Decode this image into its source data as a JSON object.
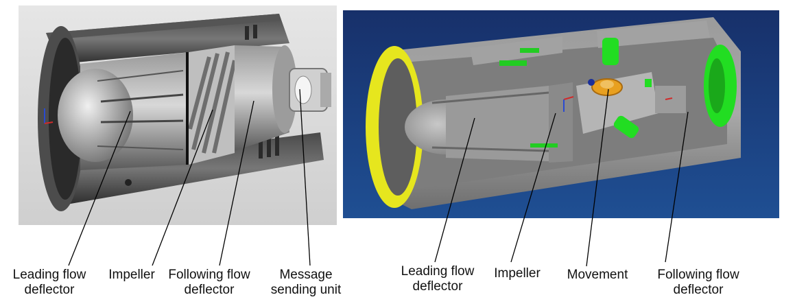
{
  "left_view": {
    "labels": {
      "leading": "Leading flow\ndeflector",
      "impeller": "Impeller",
      "following": "Following flow\ndeflector",
      "message": "Message\nsending unit"
    }
  },
  "right_view": {
    "labels": {
      "leading": "Leading flow\ndeflector",
      "impeller": "Impeller",
      "movement": "Movement",
      "following": "Following flow\ndeflector"
    }
  },
  "colors": {
    "left_background": "#dcdcdc",
    "right_background": "#1a3d78",
    "housing_gray": "#8c8c8c",
    "accent_yellow": "#e6e61e",
    "accent_green": "#22dd22",
    "accent_orange": "#e8a020",
    "leader_line": "#000000"
  }
}
